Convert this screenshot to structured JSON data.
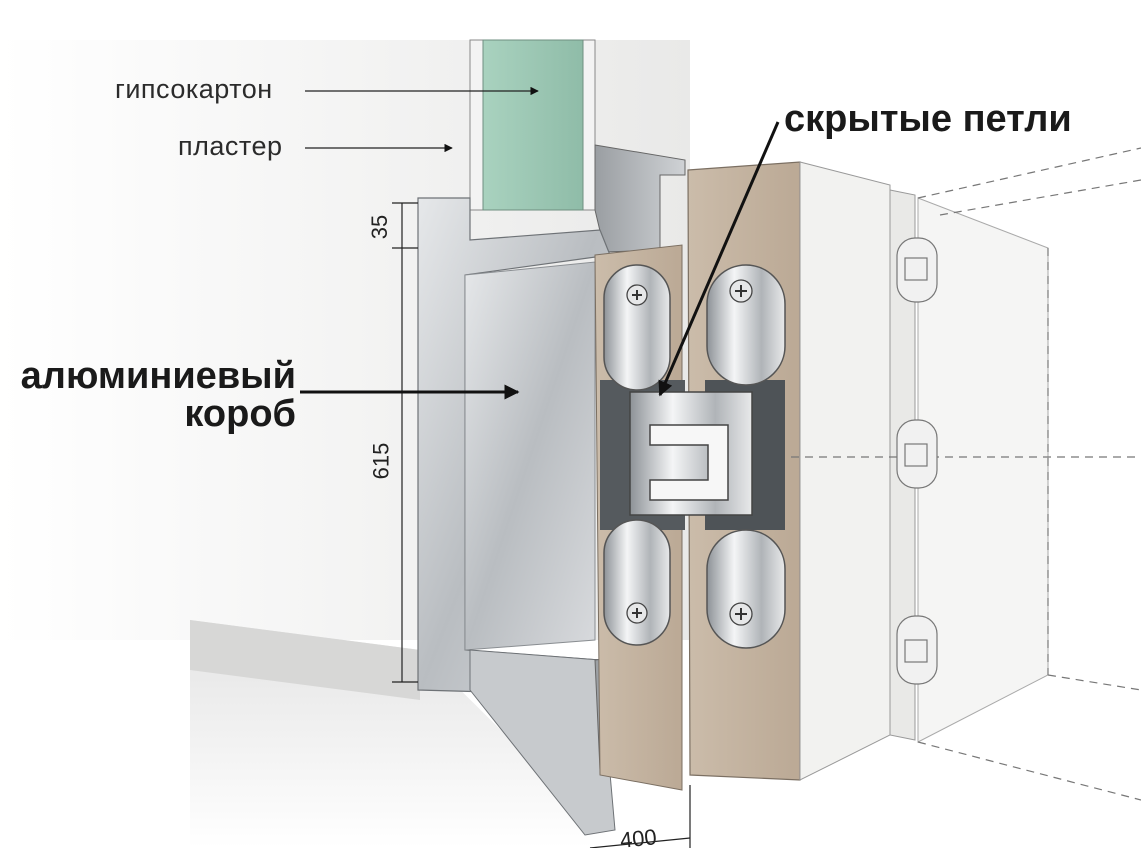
{
  "labels": {
    "drywall": "гипсокартон",
    "plaster": "пластер",
    "hidden_hinges": "скрытые петли",
    "aluminum_box_line1": "алюминиевый",
    "aluminum_box_line2": "короб"
  },
  "dimensions": {
    "d35": "35",
    "d615": "615",
    "d400": "400"
  },
  "colors": {
    "drywall_face": "#9fc9b6",
    "aluminum": "#c9cccf",
    "door_edge": "#c7b8a6",
    "door_face": "#f3f3f1",
    "wall": "#efefee",
    "line": "#111111"
  }
}
